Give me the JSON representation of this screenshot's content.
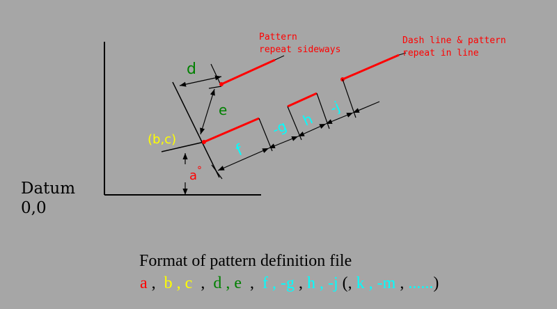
{
  "labels": {
    "datum": "Datum",
    "origin": "0,0",
    "point_bc": "(b,c)",
    "angle_a": "a",
    "degree": "°",
    "d": "d",
    "e": "e",
    "f": "f",
    "g": "-g",
    "h": "h",
    "j": "-j",
    "pattern_repeat_1": "Pattern",
    "pattern_repeat_2": "repeat sideways",
    "dash_repeat_1": "Dash line & pattern",
    "dash_repeat_2": "repeat in line"
  },
  "format": {
    "title": "Format of pattern definition file",
    "tokens": [
      {
        "text": "a",
        "color": "#ff0000"
      },
      {
        "text": " ,  ",
        "color": "#000000"
      },
      {
        "text": "b",
        "color": "#ffff00"
      },
      {
        "text": " , ",
        "color": "#ffff00"
      },
      {
        "text": "c",
        "color": "#ffff00"
      },
      {
        "text": "  ,  ",
        "color": "#000000"
      },
      {
        "text": "d",
        "color": "#008000"
      },
      {
        "text": " , ",
        "color": "#008000"
      },
      {
        "text": "e",
        "color": "#008000"
      },
      {
        "text": "  ,  ",
        "color": "#000000"
      },
      {
        "text": "f",
        "color": "#00ffff"
      },
      {
        "text": " , ",
        "color": "#00ffff"
      },
      {
        "text": "-g",
        "color": "#00ffff"
      },
      {
        "text": " , ",
        "color": "#000000"
      },
      {
        "text": "h",
        "color": "#00ffff"
      },
      {
        "text": " , ",
        "color": "#00ffff"
      },
      {
        "text": "-j",
        "color": "#00ffff"
      },
      {
        "text": " (, ",
        "color": "#000000"
      },
      {
        "text": "k",
        "color": "#00ffff"
      },
      {
        "text": " , ",
        "color": "#00ffff"
      },
      {
        "text": "-m",
        "color": "#00ffff"
      },
      {
        "text": " , ",
        "color": "#000000"
      },
      {
        "text": "......",
        "color": "#00ffff"
      },
      {
        "text": ")",
        "color": "#000000"
      }
    ]
  },
  "colors": {
    "background": "#a6a6a6",
    "red": "#ff0000",
    "yellow": "#ffff00",
    "green": "#008000",
    "cyan": "#00ffff",
    "black": "#000000"
  }
}
